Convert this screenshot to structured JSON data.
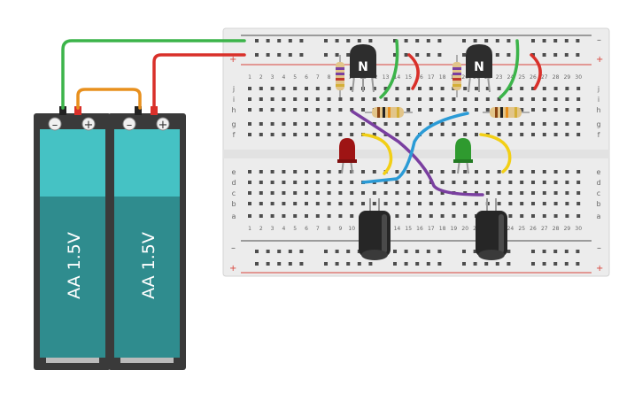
{
  "colors": {
    "wire_green": "#3cb44a",
    "wire_red": "#d9302a",
    "wire_orange": "#e8901e",
    "wire_yellow": "#f2cf16",
    "wire_purple": "#7a3fa0",
    "wire_blue": "#2b9bd6",
    "battery_teal_light": "#45c2c4",
    "battery_teal_dark": "#2f8c8e",
    "holder": "#3a3a3a",
    "board": "#ececec",
    "rail_red": "#d8443c",
    "rail_blue": "#4a4a4a",
    "led_red": "#9e1414",
    "led_green": "#2f9a2f",
    "transistor": "#2d2d2d",
    "capacitor": "#262626"
  },
  "batteries": [
    {
      "label": "AA 1.5V",
      "minus": "–",
      "plus": "+"
    },
    {
      "label": "AA 1.5V",
      "minus": "–",
      "plus": "+"
    }
  ],
  "transistors": [
    {
      "label": "N"
    },
    {
      "label": "N"
    }
  ],
  "breadboard": {
    "columns": [
      "1",
      "2",
      "3",
      "4",
      "5",
      "6",
      "7",
      "8",
      "9",
      "10",
      "11",
      "12",
      "13",
      "14",
      "15",
      "16",
      "17",
      "18",
      "19",
      "20",
      "21",
      "22",
      "23",
      "24",
      "25",
      "26",
      "27",
      "28",
      "29",
      "30"
    ],
    "rows_top": [
      "j",
      "i",
      "h",
      "g",
      "f"
    ],
    "rows_bottom": [
      "e",
      "d",
      "c",
      "b",
      "a"
    ],
    "rail_plus": "+",
    "rail_minus": "–"
  }
}
